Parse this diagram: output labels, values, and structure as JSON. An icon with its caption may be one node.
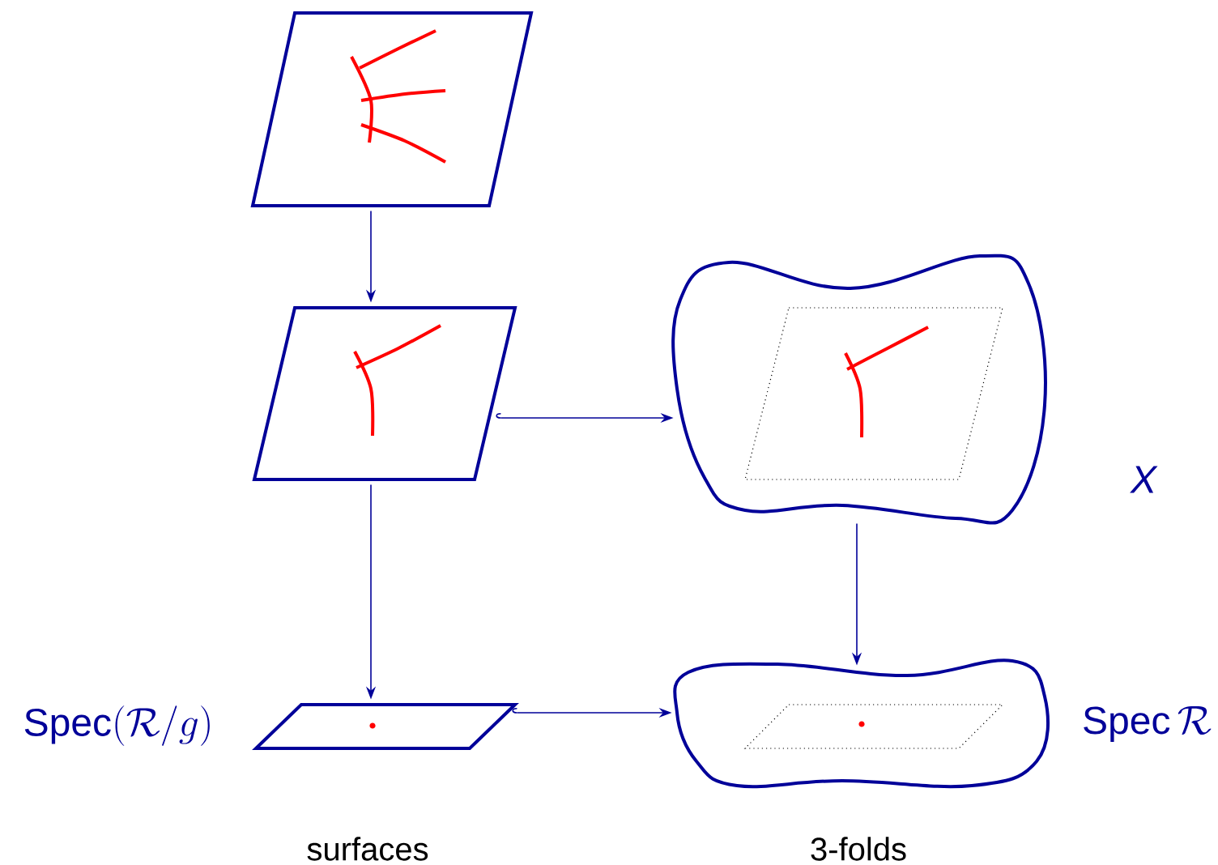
{
  "diagram": {
    "nodes": [
      {
        "text": [],
        "shape": "parallelogram"
      },
      {
        "text": [],
        "shape": "parallelogram"
      },
      {
        "text": [],
        "shape": "blob",
        "beside": [
          "X"
        ]
      },
      {
        "text": [],
        "shape": "parallelogram",
        "beside": [
          "\\mathrm{Spec}(\\mathcal{R}/g)"
        ]
      },
      {
        "text": [],
        "shape": "blob",
        "beside": [
          "\\mathrm{Spec}\\,\\mathcal{R}"
        ]
      }
    ],
    "edges": [
      {
        "from": 0,
        "to": 1,
        "arrow": "to"
      },
      {
        "from": 1,
        "to": 2,
        "arrow": "to"
      },
      {
        "from": 1,
        "to": 3,
        "arrow": "to"
      },
      {
        "from": 3,
        "to": 4,
        "arrow": "to"
      },
      {
        "from": 2,
        "to": 4,
        "arrow": "to"
      }
    ],
    "labels": [
      "surfaces",
      "3-folds"
    ]
  }
}
